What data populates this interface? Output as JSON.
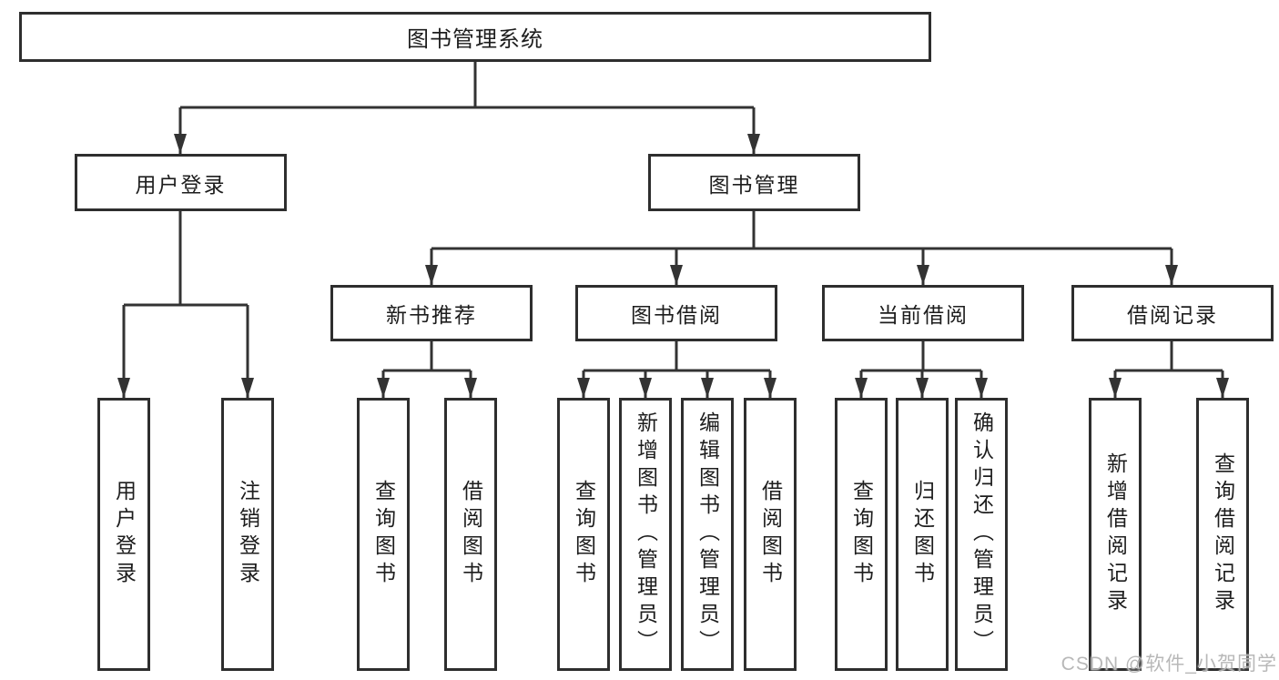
{
  "tree": {
    "label": "图书管理系统",
    "children": [
      {
        "label": "用户登录",
        "children": [
          {
            "label": "用户登录"
          },
          {
            "label": "注销登录"
          }
        ]
      },
      {
        "label": "图书管理",
        "children": [
          {
            "label": "新书推荐",
            "children": [
              {
                "label": "查询图书"
              },
              {
                "label": "借阅图书"
              }
            ]
          },
          {
            "label": "图书借阅",
            "children": [
              {
                "label": "查询图书"
              },
              {
                "label": "新增图书（管理员）"
              },
              {
                "label": "编辑图书（管理员）"
              },
              {
                "label": "借阅图书"
              }
            ]
          },
          {
            "label": "当前借阅",
            "children": [
              {
                "label": "查询图书"
              },
              {
                "label": "归还图书"
              },
              {
                "label": "确认归还（管理员）"
              }
            ]
          },
          {
            "label": "借阅记录",
            "children": [
              {
                "label": "新增借阅记录"
              },
              {
                "label": "查询借阅记录"
              }
            ]
          }
        ]
      }
    ]
  },
  "watermark": "CSDN @软件_小贺同学",
  "colors": {
    "line": "#333333",
    "box_border": "#2e2e2e",
    "box_fill": "#ffffff",
    "text": "#1d1d1d",
    "watermark": "#b2b2b2",
    "background": "#ffffff"
  }
}
